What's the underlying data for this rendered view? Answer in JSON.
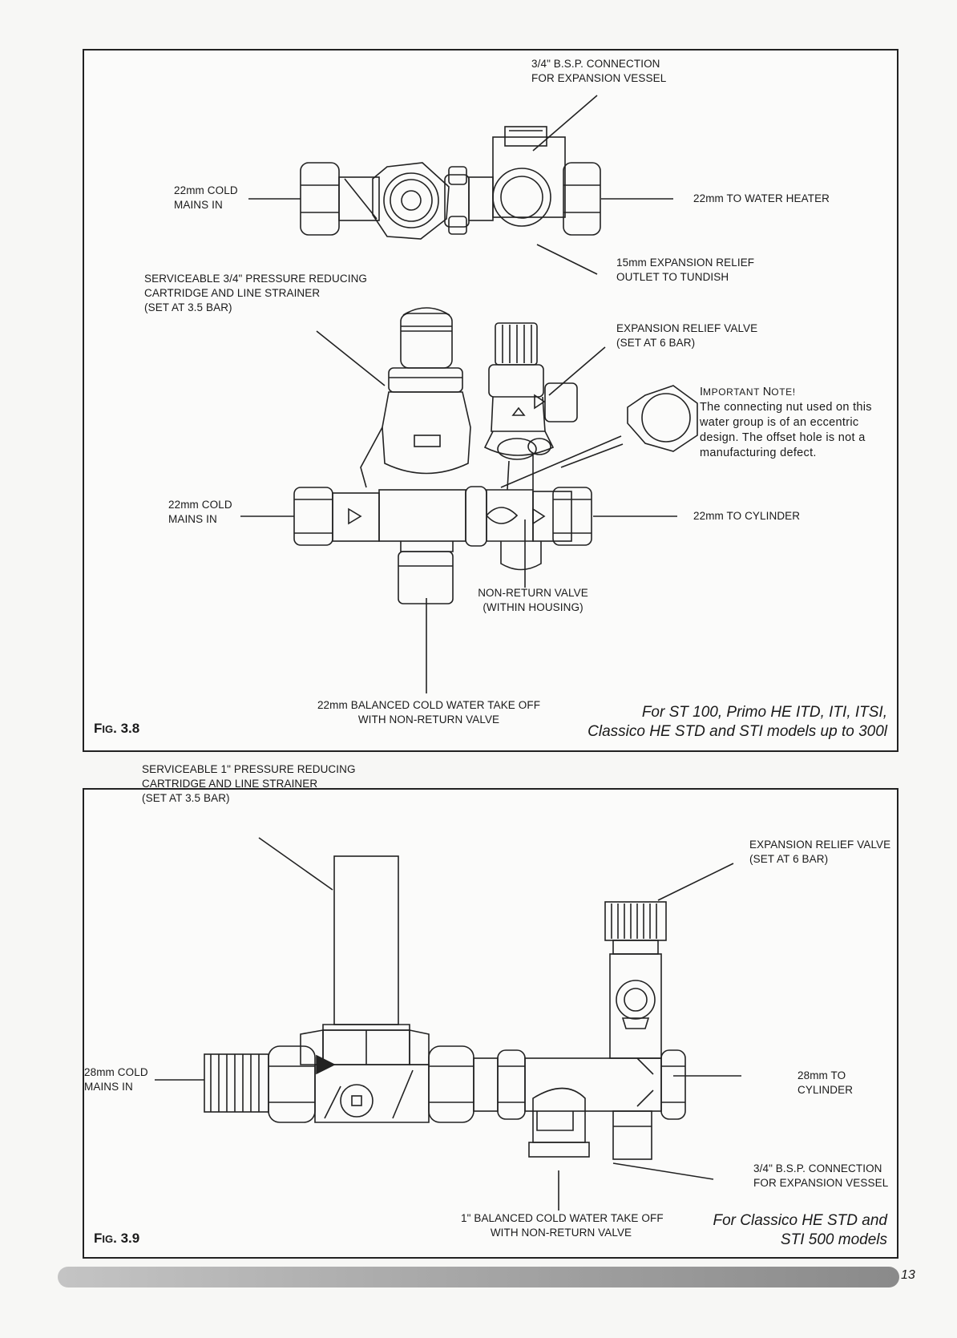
{
  "fig38": {
    "caption_prefix": "F",
    "caption_small": "IG",
    "caption_num": ". 3.8",
    "labels": {
      "bsp_1": "3/4\" B.S.P. CONNECTION",
      "bsp_2": "FOR EXPANSION VESSEL",
      "cold_mains_top_1": "22mm COLD",
      "cold_mains_top_2": "MAINS IN",
      "to_water_heater": "22mm TO WATER HEATER",
      "relief_outlet_1": "15mm  EXPANSION RELIEF",
      "relief_outlet_2": "OUTLET TO TUNDISH",
      "prv_1": "SERVICEABLE 3/4\" PRESSURE REDUCING",
      "prv_2": "CARTRIDGE AND LINE STRAINER",
      "prv_3": "(SET AT 3.5 BAR)",
      "erv_1": "EXPANSION RELIEF VALVE",
      "erv_2": "(SET AT 6 BAR)",
      "cold_mains_1": "22mm COLD",
      "cold_mains_2": "MAINS IN",
      "to_cylinder": "22mm TO CYLINDER",
      "nrv_1": "NON-RETURN VALVE",
      "nrv_2": "(WITHIN HOUSING)",
      "balanced_1": "22mm BALANCED COLD WATER TAKE OFF",
      "balanced_2": "WITH NON-RETURN VALVE"
    },
    "note": {
      "heading_I": "I",
      "heading_rest1": "MPORTANT ",
      "heading_N": "N",
      "heading_rest2": "OTE!",
      "body": "The connecting nut used on this water group is of an eccentric design. The offset hole is not a manufacturing defect."
    },
    "models_1": "For ST 100, Primo HE ITD, ITI, ITSI,",
    "models_2": "Classico HE STD and STI models up to 300l"
  },
  "fig39": {
    "caption_prefix": "F",
    "caption_small": "IG",
    "caption_num": ". 3.9",
    "labels": {
      "prv_1": "SERVICEABLE 1\" PRESSURE REDUCING",
      "prv_2": "CARTRIDGE AND LINE STRAINER",
      "prv_3": "(SET AT 3.5 BAR)",
      "erv_1": "EXPANSION RELIEF VALVE",
      "erv_2": "(SET AT 6 BAR)",
      "cold_mains_1": "28mm COLD",
      "cold_mains_2": "MAINS IN",
      "to_cylinder_1": "28mm TO",
      "to_cylinder_2": "CYLINDER",
      "bsp_1": "3/4\" B.S.P. CONNECTION",
      "bsp_2": "FOR EXPANSION VESSEL",
      "balanced_1": "1\" BALANCED COLD WATER TAKE OFF",
      "balanced_2": "WITH NON-RETURN VALVE"
    },
    "models_1": "For Classico HE STD and",
    "models_2": "STI 500 models"
  },
  "page_number": "13"
}
